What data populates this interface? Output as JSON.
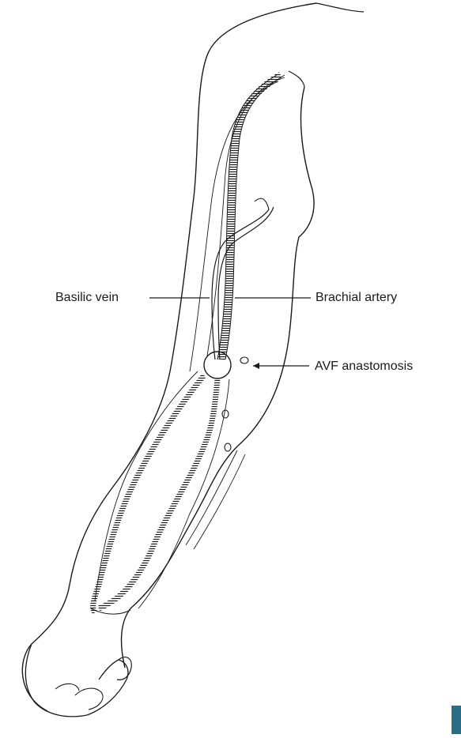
{
  "labels": {
    "basilic_vein": "Basilic vein",
    "brachial_artery": "Brachial artery",
    "avf_anastomosis": "AVF anastomosis"
  },
  "colors": {
    "ink": "#1a1a1a",
    "background": "#ffffff",
    "corner_tab": "#2a6f86"
  }
}
